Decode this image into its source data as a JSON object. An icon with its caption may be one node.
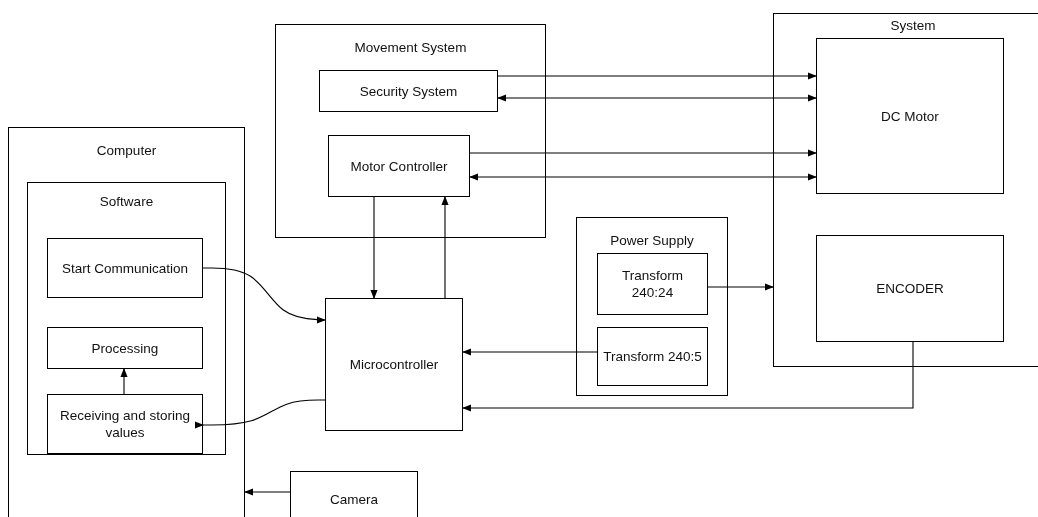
{
  "diagram": {
    "nodes": [
      {
        "text": [
          "Movement System"
        ]
      },
      {
        "text": [
          "Security System"
        ],
        "in": 0
      },
      {
        "text": [
          "Motor Controller"
        ],
        "in": 0
      },
      {
        "text": [
          "System"
        ]
      },
      {
        "text": [
          "DC Motor"
        ],
        "in": 3
      },
      {
        "text": [
          "ENCODER"
        ],
        "in": 3
      },
      {
        "text": [
          "Computer"
        ]
      },
      {
        "text": [
          "Software"
        ],
        "in": 6
      },
      {
        "text": [
          "Start Communication"
        ],
        "in": 7
      },
      {
        "text": [
          "Processing"
        ],
        "in": 7
      },
      {
        "text": [
          "Receiving and storing values"
        ],
        "in": 7
      },
      {
        "text": [
          "Power Supply"
        ]
      },
      {
        "text": [
          "Transform 240:24"
        ],
        "in": 11
      },
      {
        "text": [
          "Transform 240:5"
        ],
        "in": 11
      },
      {
        "text": [
          "Microcontroller"
        ]
      },
      {
        "text": [
          "Camera"
        ]
      }
    ],
    "edges": [
      {
        "from": 1,
        "to": 4,
        "arrow": "to"
      },
      {
        "from": 1,
        "to": 4,
        "arrow": "both"
      },
      {
        "from": 2,
        "to": 4,
        "arrow": "to"
      },
      {
        "from": 2,
        "to": 4,
        "arrow": "both"
      },
      {
        "from": 2,
        "to": 14,
        "arrow": "to"
      },
      {
        "from": 14,
        "to": 2,
        "arrow": "to"
      },
      {
        "from": 8,
        "to": 14,
        "arrow": "to"
      },
      {
        "from": 14,
        "to": 10,
        "arrow": "to"
      },
      {
        "from": 10,
        "to": 9,
        "arrow": "to"
      },
      {
        "from": 12,
        "to": 3,
        "arrow": "to"
      },
      {
        "from": 13,
        "to": 14,
        "arrow": "to"
      },
      {
        "from": 5,
        "to": 14,
        "arrow": "to"
      },
      {
        "from": 15,
        "to": 6,
        "arrow": "to"
      }
    ]
  }
}
